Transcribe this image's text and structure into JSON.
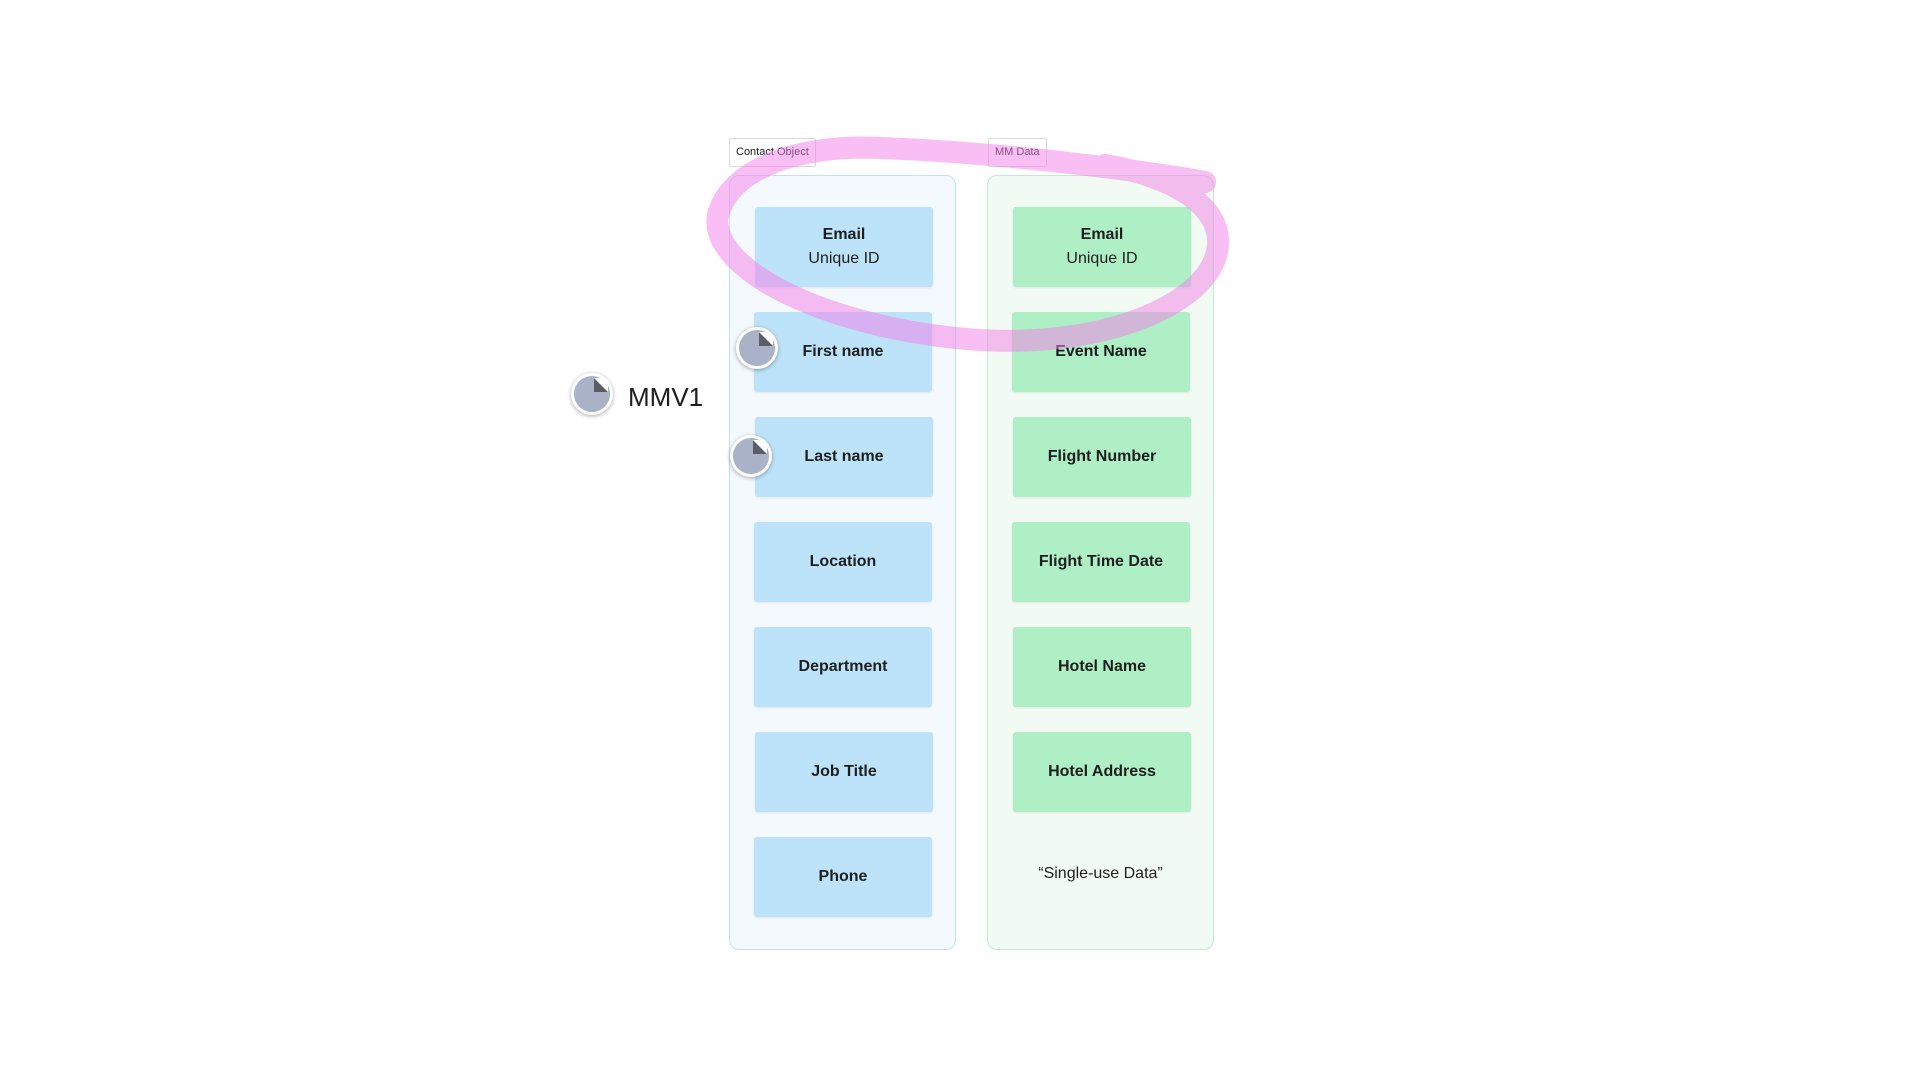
{
  "frames": {
    "contact": {
      "label": "Contact Object",
      "items": [
        {
          "title": "Email",
          "subtitle": "Unique ID"
        },
        {
          "title": "First name",
          "subtitle": ""
        },
        {
          "title": "Last name",
          "subtitle": ""
        },
        {
          "title": "Location",
          "subtitle": ""
        },
        {
          "title": "Department",
          "subtitle": ""
        },
        {
          "title": "Job Title",
          "subtitle": ""
        },
        {
          "title": "Phone",
          "subtitle": ""
        }
      ]
    },
    "mm": {
      "label": "MM Data",
      "items": [
        {
          "title": "Email",
          "subtitle": "Unique ID"
        },
        {
          "title": "Event Name",
          "subtitle": ""
        },
        {
          "title": "Flight Number",
          "subtitle": ""
        },
        {
          "title": "Flight Time Date",
          "subtitle": ""
        },
        {
          "title": "Hotel Name",
          "subtitle": ""
        },
        {
          "title": "Hotel Address",
          "subtitle": ""
        }
      ],
      "note": "“Single-use Data”"
    }
  },
  "stamp": {
    "label": "MMV1",
    "icon": "sticker-icon"
  },
  "colors": {
    "contact_sticky": "#bde3fb",
    "mm_sticky": "#aeefc6",
    "highlight": "#f37ee8"
  }
}
